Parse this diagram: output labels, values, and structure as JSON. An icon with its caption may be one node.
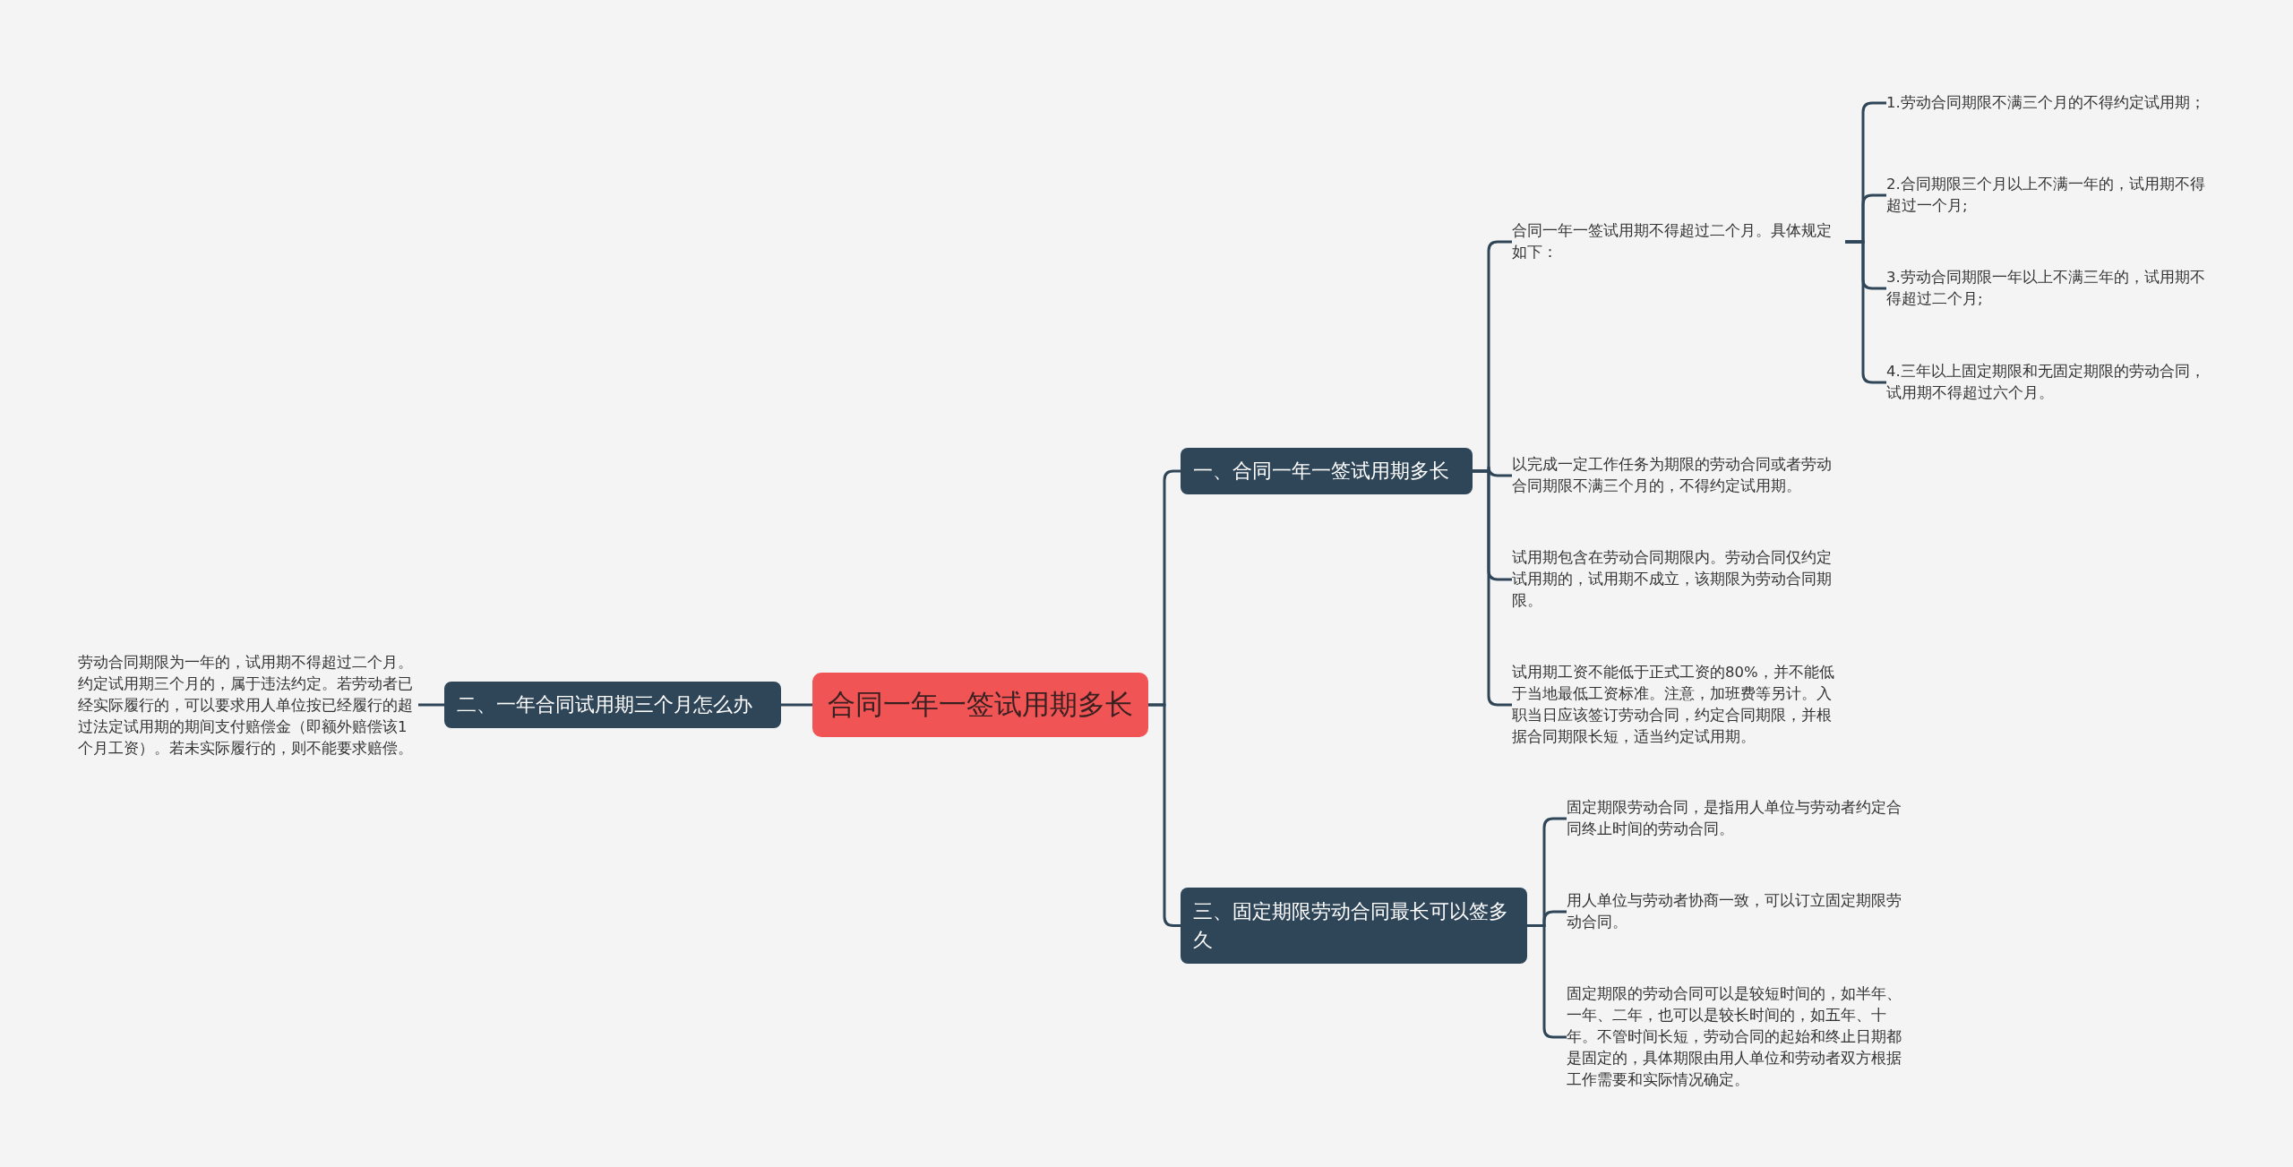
{
  "diagram": {
    "nodes": [
      {
        "text": [
          "合同一年一签试用期多长"
        ]
      },
      {
        "text": [
          "一、合同一年一签试用期多长"
        ]
      },
      {
        "text": [
          "合同一年一签试用期不得超过二个月。具体规定如下："
        ]
      },
      {
        "text": [
          "1.劳动合同期限不满三个月的不得约定试用期；"
        ]
      },
      {
        "text": [
          "2.合同期限三个月以上不满一年的，试用期不得超过一个月;"
        ]
      },
      {
        "text": [
          "3.劳动合同期限一年以上不满三年的，试用期不得超过二个月;"
        ]
      },
      {
        "text": [
          "4.三年以上固定期限和无固定期限的劳动合同，试用期不得超过六个月。"
        ]
      },
      {
        "text": [
          "以完成一定工作任务为期限的劳动合同或者劳动合同期限不满三个月的，不得约定试用期。"
        ]
      },
      {
        "text": [
          "试用期包含在劳动合同期限内。劳动合同仅约定试用期的，试用期不成立，该期限为劳动合同期限。"
        ]
      },
      {
        "text": [
          "试用期工资不能低于正式工资的80%，并不能低于当地最低工资标准。注意，加班费等另计。入职当日应该签订劳动合同，约定合同期限，并根据合同期限长短，适当约定试用期。"
        ]
      },
      {
        "text": [
          "二、一年合同试用期三个月怎么办"
        ]
      },
      {
        "text": [
          "劳动合同期限为一年的，试用期不得超过二个月。约定试用期三个月的，属于违法约定。若劳动者已经实际履行的，可以要求用人单位按已经履行的超过法定试用期的期间支付赔偿金（即额外赔偿该1个月工资）。若未实际履行的，则不能要求赔偿。"
        ]
      },
      {
        "text": [
          "三、固定期限劳动合同最长可以签多久"
        ]
      },
      {
        "text": [
          "固定期限劳动合同，是指用人单位与劳动者约定合同终止时间的劳动合同。"
        ]
      },
      {
        "text": [
          "用人单位与劳动者协商一致，可以订立固定期限劳动合同。"
        ]
      },
      {
        "text": [
          "固定期限的劳动合同可以是较短时间的，如半年、一年、二年，也可以是较长时间的，如五年、十年。不管时间长短，劳动合同的起始和终止日期都是固定的，具体期限由用人单位和劳动者双方根据工作需要和实际情况确定。"
        ]
      }
    ],
    "edges": [
      {
        "from": 0,
        "to": 1,
        "arrow": "none"
      },
      {
        "from": 1,
        "to": 2,
        "arrow": "none"
      },
      {
        "from": 2,
        "to": 3,
        "arrow": "none"
      },
      {
        "from": 2,
        "to": 4,
        "arrow": "none"
      },
      {
        "from": 2,
        "to": 5,
        "arrow": "none"
      },
      {
        "from": 2,
        "to": 6,
        "arrow": "none"
      },
      {
        "from": 1,
        "to": 7,
        "arrow": "none"
      },
      {
        "from": 1,
        "to": 8,
        "arrow": "none"
      },
      {
        "from": 1,
        "to": 9,
        "arrow": "none"
      },
      {
        "from": 0,
        "to": 10,
        "arrow": "none"
      },
      {
        "from": 10,
        "to": 11,
        "arrow": "none"
      },
      {
        "from": 0,
        "to": 12,
        "arrow": "none"
      },
      {
        "from": 12,
        "to": 13,
        "arrow": "none"
      },
      {
        "from": 12,
        "to": 14,
        "arrow": "none"
      },
      {
        "from": 12,
        "to": 15,
        "arrow": "none"
      }
    ]
  }
}
